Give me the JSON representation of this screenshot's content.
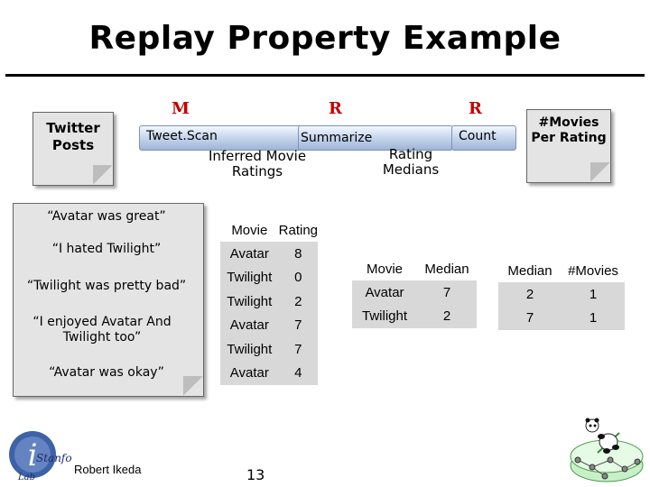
{
  "title": "Replay Property Example",
  "ops": {
    "m": "M",
    "r1": "R",
    "r2": "R"
  },
  "input_doc": "Twitter Posts",
  "output_doc": "#Movies Per Rating",
  "stages": {
    "tweetscan": "Tweet.Scan",
    "summarize": "Summarize",
    "count": "Count"
  },
  "intermediates": {
    "inferred": "Inferred Movie Ratings",
    "medians": "Rating Medians"
  },
  "tweets": [
    "“Avatar was great”",
    "“I hated Twilight”",
    "“Twilight was pretty bad”",
    "“I enjoyed Avatar And Twilight too”",
    "“Avatar was okay”"
  ],
  "ratings_table": {
    "headers": [
      "Movie",
      "Rating"
    ],
    "rows": [
      [
        "Avatar",
        "8"
      ],
      [
        "Twilight",
        "0"
      ],
      [
        "Twilight",
        "2"
      ],
      [
        "Avatar",
        "7"
      ],
      [
        "Twilight",
        "7"
      ],
      [
        "Avatar",
        "4"
      ]
    ]
  },
  "medians_table": {
    "headers": [
      "Movie",
      "Median"
    ],
    "rows": [
      [
        "Avatar",
        "7"
      ],
      [
        "Twilight",
        "2"
      ]
    ]
  },
  "counts_table": {
    "headers": [
      "Median",
      "#Movies"
    ],
    "rows": [
      [
        "2",
        "1"
      ],
      [
        "7",
        "1"
      ]
    ]
  },
  "footer": {
    "author": "Robert Ikeda",
    "page": "13",
    "logo_text": "Stanford"
  },
  "colors": {
    "operator": "#c00000",
    "table_bg": "#d8d8d8",
    "pipe": "#c9d8ee"
  }
}
